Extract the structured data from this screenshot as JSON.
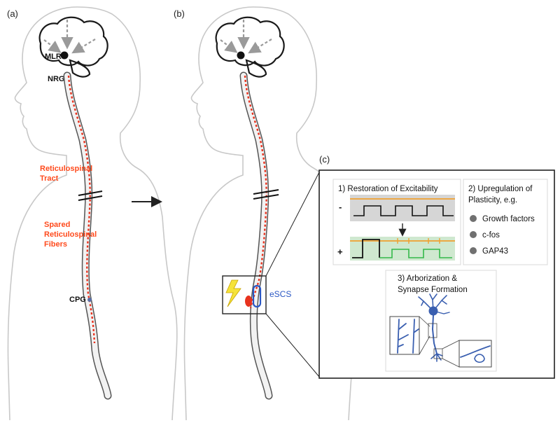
{
  "panels": {
    "a": "(a)",
    "b": "(b)",
    "c": "(c)"
  },
  "labels": {
    "mlr": "MLR",
    "nrg": "NRG",
    "cpg": "CPG",
    "reticulospinal_tract_1": "Reticulospinal",
    "reticulospinal_tract_2": "Tract",
    "spared_1": "Spared",
    "spared_2": "Reticulospinal",
    "spared_3": "Fibers",
    "escs": "eSCS"
  },
  "inset": {
    "box1_title": "1) Restoration of Excitability",
    "minus_sign": "-",
    "plus_sign": "+",
    "box2_title_1": "2) Upregulation of",
    "box2_title_2": "Plasticity, e.g.",
    "plasticity_items": [
      "Growth factors",
      "c-fos",
      "GAP43"
    ],
    "box3_title_1": "3) Arborization &",
    "box3_title_2": "Synapse Formation"
  },
  "colors": {
    "red_label": "#ff4a1c",
    "blue_label": "#2a57c4",
    "cord_red": "#e8321e",
    "trace_orange": "#f0a030",
    "trace_green": "#34b84a",
    "gray_box": "#d6d6d6",
    "green_box": "#cfe8cf",
    "neuron_blue": "#3a5fb0",
    "bullet_gray": "#707070",
    "bolt_yellow": "#f5e33a",
    "arrow_gray": "#9a9a9a",
    "body_outline": "#c8c8c8"
  }
}
